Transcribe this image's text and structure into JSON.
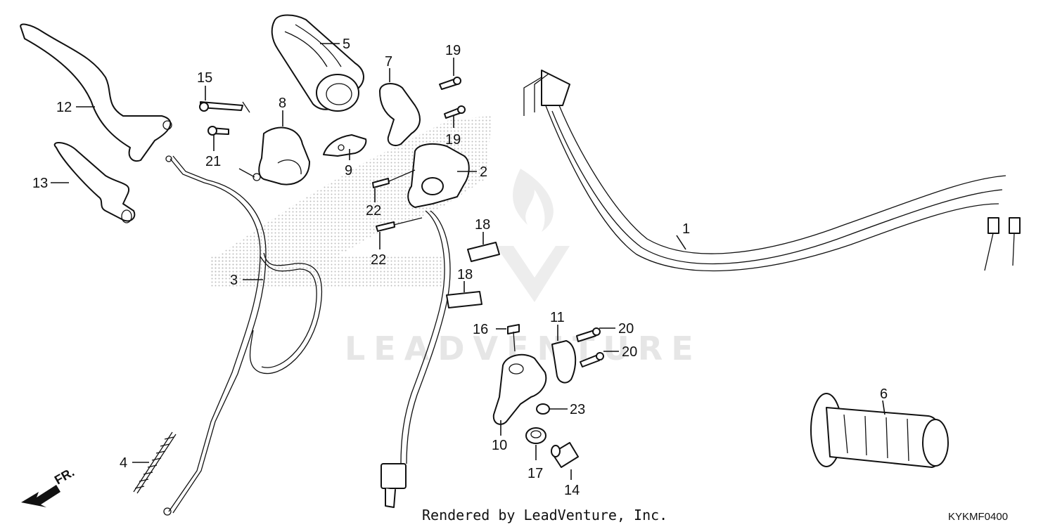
{
  "diagram": {
    "watermark": "LEADVENTURE",
    "footer_credit": "Rendered by LeadVenture, Inc.",
    "diagram_code": "KYKMF0400",
    "direction_label": "FR.",
    "callouts": {
      "c1": "1",
      "c2": "2",
      "c3": "3",
      "c4": "4",
      "c5": "5",
      "c6": "6",
      "c7": "7",
      "c8": "8",
      "c9": "9",
      "c10": "10",
      "c11": "11",
      "c12": "12",
      "c13": "13",
      "c14": "14",
      "c15": "15",
      "c16": "16",
      "c17": "17",
      "c18a": "18",
      "c18b": "18",
      "c19a": "19",
      "c19b": "19",
      "c20a": "20",
      "c20b": "20",
      "c21": "21",
      "c22a": "22",
      "c22b": "22",
      "c23": "23"
    }
  }
}
